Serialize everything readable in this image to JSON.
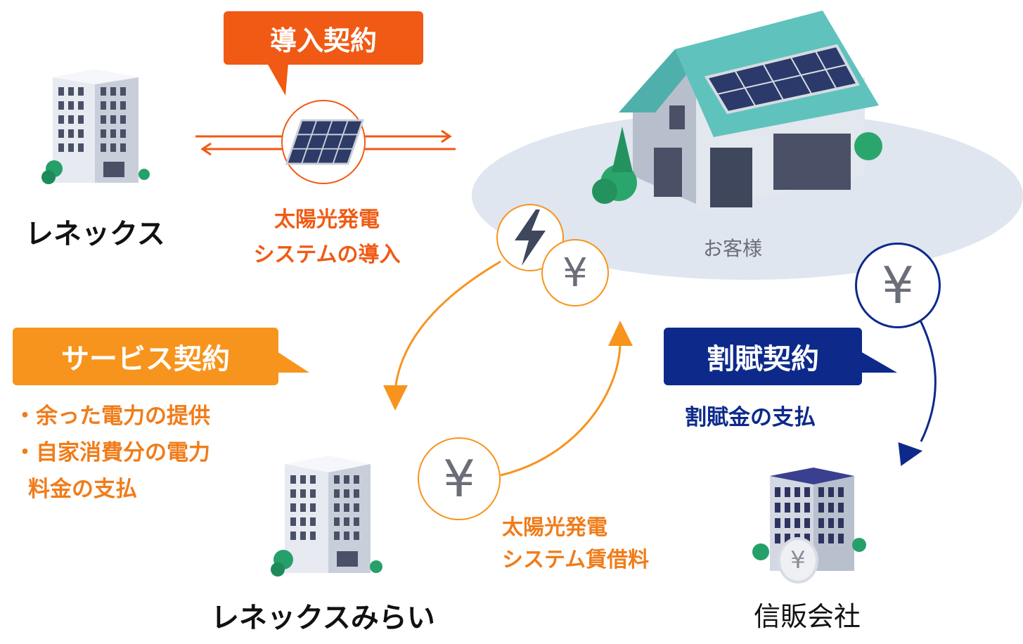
{
  "companies": {
    "renex": "レネックス",
    "renex_mirai": "レネックスみらい",
    "shinpan": "信販会社",
    "customer": "お客様"
  },
  "contracts": {
    "introduction": "導入契約",
    "service": "サービス契約",
    "installment": "割賦契約"
  },
  "descriptions": {
    "introduction": [
      "太陽光発電",
      "システムの導入"
    ],
    "service": [
      "・余った電力の提供",
      "・自家消費分の電力",
      "料金の支払"
    ],
    "installment": "割賦金の支払",
    "rental": [
      "太陽光発電",
      "システム賃借料"
    ]
  },
  "symbols": {
    "yen": "¥"
  },
  "colors": {
    "red_orange": "#f05a14",
    "orange": "#f7941d",
    "navy": "#0d2a8a",
    "teal_roof": "#5fc2bd",
    "ground": "#dfe6ef"
  }
}
